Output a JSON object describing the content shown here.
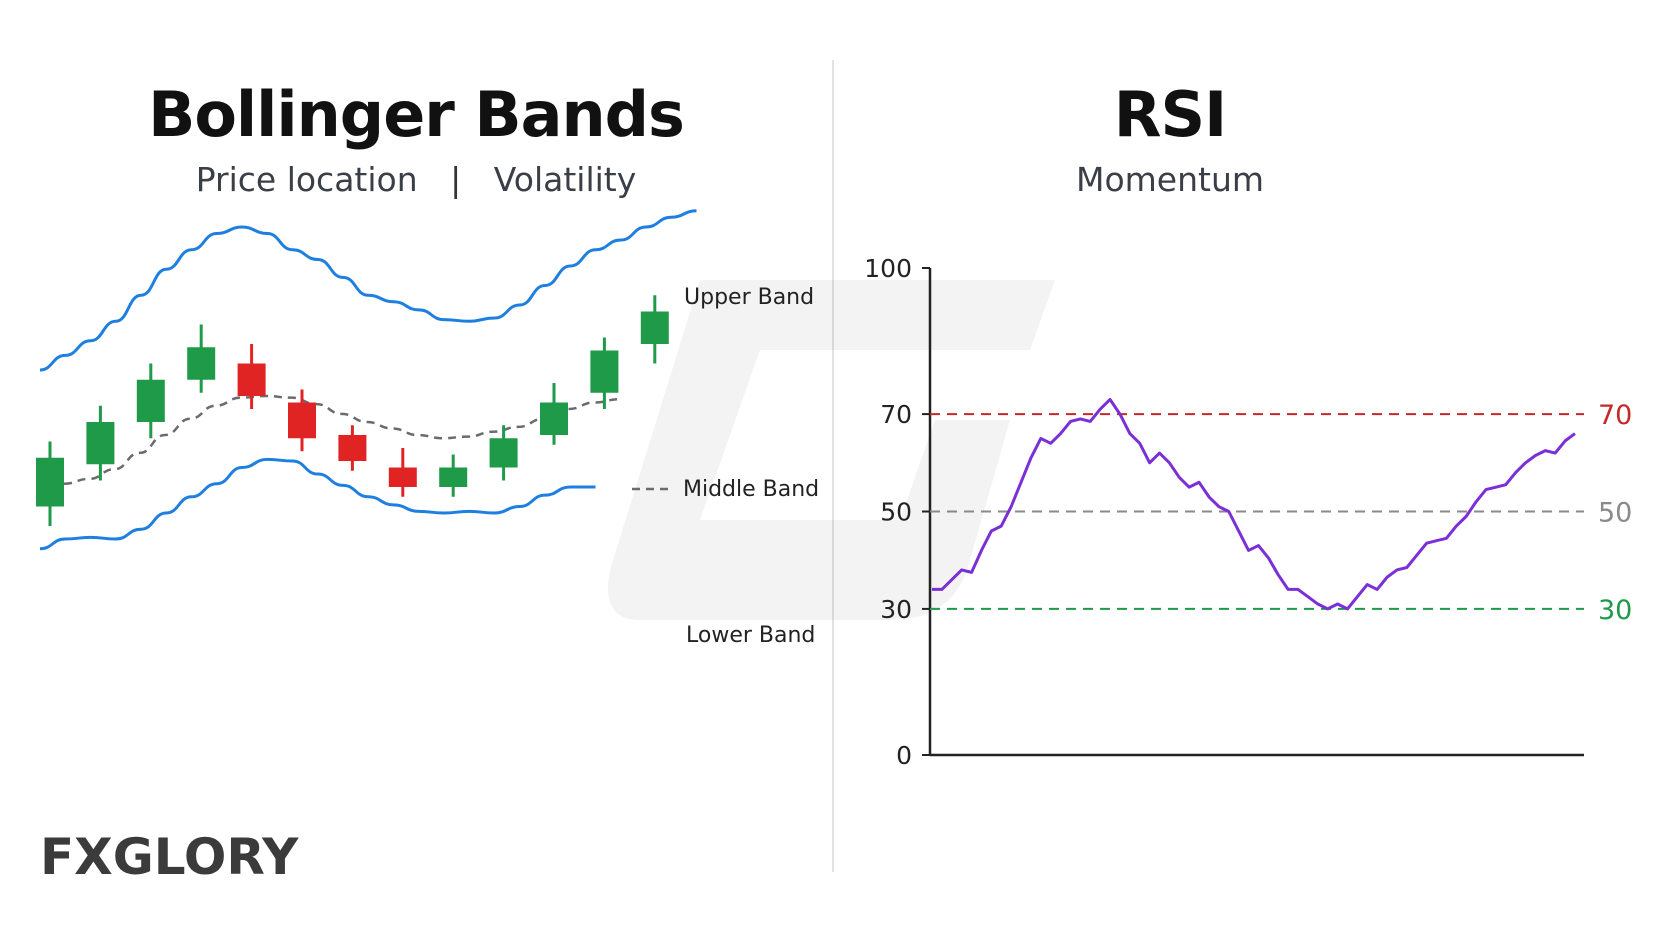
{
  "bollinger": {
    "title": "Bollinger Bands",
    "subtitle_left": "Price location",
    "subtitle_sep": "|",
    "subtitle_right": "Volatility"
  },
  "rsi": {
    "title": "RSI",
    "subtitle": "Momentum"
  },
  "logo": {
    "text": "FXGLORY"
  },
  "colors": {
    "band": "#1e7fe0",
    "middle": "#6b6b6b",
    "bull": "#1e9a48",
    "bear": "#e02424",
    "rsi_line": "#7b2fd6",
    "overbought": "#c62828",
    "oversold": "#1e9a48",
    "midline": "#8a8a8a",
    "axis": "#222222"
  },
  "chart_data": [
    {
      "type": "candlestick",
      "title": "Bollinger Bands",
      "band_labels": [
        "Upper Band",
        "Middle Band",
        "Lower Band"
      ],
      "x": [
        0,
        1,
        2,
        3,
        4,
        5,
        6,
        7,
        8,
        9,
        10,
        11,
        12,
        13,
        14,
        15,
        16,
        17,
        18,
        19,
        20,
        21,
        22,
        23,
        24,
        25,
        26
      ],
      "upper_band": [
        40.0,
        44.5,
        49.0,
        55.0,
        63.0,
        71.0,
        77.0,
        82.0,
        84.0,
        82.0,
        77.0,
        74.0,
        68.5,
        63.0,
        61.0,
        58.5,
        55.5,
        55.0,
        56.0,
        60.0,
        66.0,
        72.0,
        77.0,
        80.0,
        84.0,
        87.0,
        89.0
      ],
      "middle_band": [
        5.0,
        6.5,
        9.5,
        14.5,
        20.0,
        25.0,
        29.0,
        31.5,
        32.0,
        31.5,
        29.5,
        26.5,
        24.0,
        22.0,
        20.0,
        19.0,
        19.5,
        21.0,
        22.5,
        25.0,
        28.0,
        30.0,
        31.0
      ],
      "lower_band": [
        -15.0,
        -12.0,
        -11.5,
        -12.0,
        -9.0,
        -4.0,
        1.0,
        5.0,
        10.0,
        12.5,
        12.0,
        8.0,
        4.5,
        1.0,
        -1.5,
        -3.5,
        -4.0,
        -3.5,
        -4.0,
        -2.0,
        1.5,
        4.0,
        4.0
      ],
      "candles": [
        {
          "x": 0,
          "open": -2,
          "close": 13,
          "high": 18,
          "low": -8,
          "direction": "up"
        },
        {
          "x": 2,
          "open": 11,
          "close": 24,
          "high": 29,
          "low": 6,
          "direction": "up"
        },
        {
          "x": 4,
          "open": 24,
          "close": 37,
          "high": 42,
          "low": 19,
          "direction": "up"
        },
        {
          "x": 6,
          "open": 37,
          "close": 47,
          "high": 54,
          "low": 33,
          "direction": "up"
        },
        {
          "x": 8,
          "open": 42,
          "close": 32,
          "high": 48,
          "low": 28,
          "direction": "down"
        },
        {
          "x": 10,
          "open": 30,
          "close": 19,
          "high": 34,
          "low": 15,
          "direction": "down"
        },
        {
          "x": 12,
          "open": 20,
          "close": 12,
          "high": 23,
          "low": 9,
          "direction": "down"
        },
        {
          "x": 14,
          "open": 10,
          "close": 4,
          "high": 16,
          "low": 1,
          "direction": "down"
        },
        {
          "x": 16,
          "open": 4,
          "close": 10,
          "high": 14,
          "low": 1,
          "direction": "up"
        },
        {
          "x": 18,
          "open": 10,
          "close": 19,
          "high": 23,
          "low": 6,
          "direction": "up"
        },
        {
          "x": 20,
          "open": 20,
          "close": 30,
          "high": 36,
          "low": 17,
          "direction": "up"
        },
        {
          "x": 22,
          "open": 33,
          "close": 46,
          "high": 50,
          "low": 28,
          "direction": "up"
        },
        {
          "x": 24,
          "open": 48,
          "close": 58,
          "high": 63,
          "low": 42,
          "direction": "up"
        }
      ]
    },
    {
      "type": "line",
      "title": "RSI",
      "subtitle": "Momentum",
      "ylim": [
        0,
        100
      ],
      "yticks": [
        0,
        30,
        50,
        70,
        100
      ],
      "levels": [
        {
          "value": 70,
          "label": "70",
          "style": "dashed",
          "color": "#c62828"
        },
        {
          "value": 50,
          "label": "50",
          "style": "dashed",
          "color": "#8a8a8a"
        },
        {
          "value": 30,
          "label": "30",
          "style": "dashed",
          "color": "#1e9a48"
        }
      ],
      "x": [
        0,
        1,
        2,
        3,
        4,
        5,
        6,
        7,
        8,
        9,
        10,
        11,
        12,
        13,
        14,
        15,
        16,
        17,
        18,
        19,
        20,
        21,
        22,
        23,
        24,
        25,
        26,
        27,
        28,
        29,
        30,
        31,
        32,
        33,
        34,
        35,
        36,
        37,
        38,
        39,
        40,
        41,
        42,
        43,
        44,
        45,
        46,
        47,
        48,
        49,
        50,
        51,
        52,
        53,
        54,
        55,
        56,
        57,
        58,
        59,
        60,
        61,
        62,
        63,
        64,
        65
      ],
      "series": [
        {
          "values": [
            34,
            34,
            36,
            38,
            37.5,
            42,
            46,
            47,
            51,
            56,
            61,
            65,
            64,
            66,
            68.5,
            69,
            68.5,
            71,
            73,
            70,
            66,
            64,
            60,
            62,
            60,
            57,
            55,
            56,
            53,
            51,
            50,
            46,
            42,
            43,
            40.5,
            37,
            34,
            34,
            32.5,
            31,
            30,
            31,
            30,
            32.5,
            35,
            34,
            36.5,
            38,
            38.5,
            41,
            43.5,
            44,
            44.5,
            47,
            49,
            52,
            54.5,
            55,
            55.5,
            58,
            60,
            61.5,
            62.5,
            62,
            64.5,
            66
          ]
        }
      ]
    }
  ]
}
